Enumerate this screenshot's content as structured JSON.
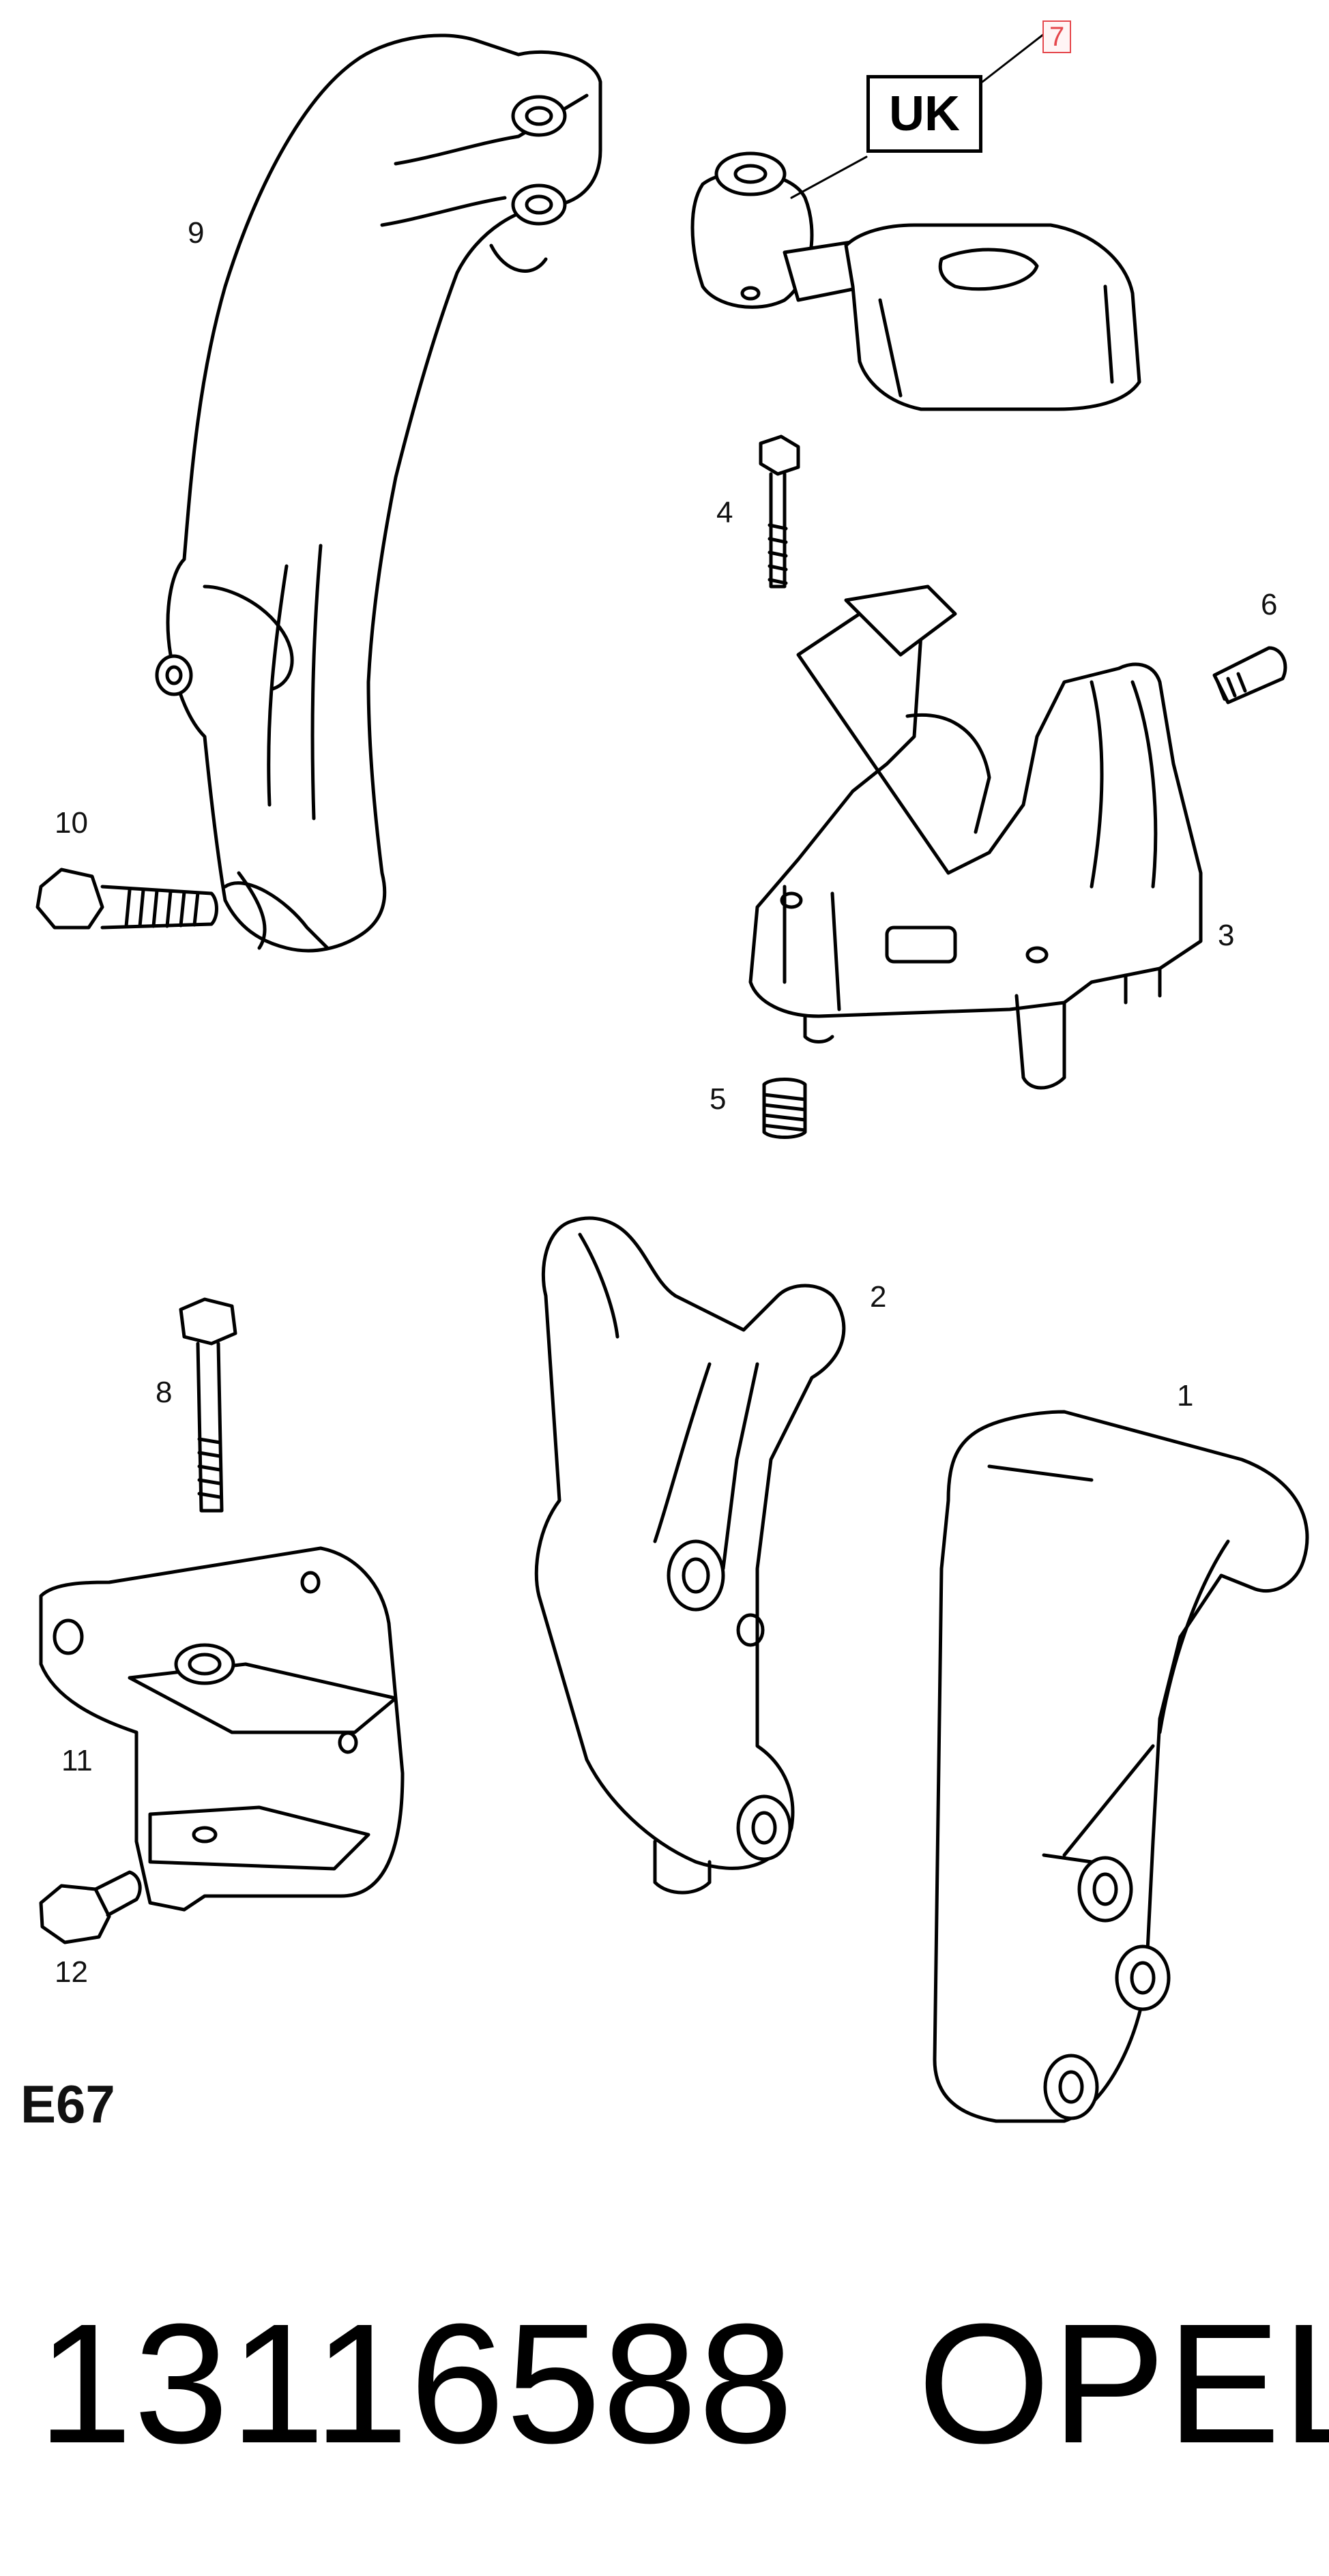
{
  "diagram": {
    "parts": [
      {
        "id": "p1",
        "label": "1"
      },
      {
        "id": "p2",
        "label": "2"
      },
      {
        "id": "p3",
        "label": "3"
      },
      {
        "id": "p4",
        "label": "4"
      },
      {
        "id": "p5",
        "label": "5"
      },
      {
        "id": "p6",
        "label": "6"
      },
      {
        "id": "p7",
        "label": "7"
      },
      {
        "id": "p8",
        "label": "8"
      },
      {
        "id": "p9",
        "label": "9"
      },
      {
        "id": "p10",
        "label": "10"
      },
      {
        "id": "p11",
        "label": "11"
      },
      {
        "id": "p12",
        "label": "12"
      }
    ],
    "region_tag": "UK",
    "diagram_code": "E67",
    "highlight_color": "#e5484d"
  },
  "footer": {
    "part_number": "13116588",
    "brand": "OPEL"
  }
}
